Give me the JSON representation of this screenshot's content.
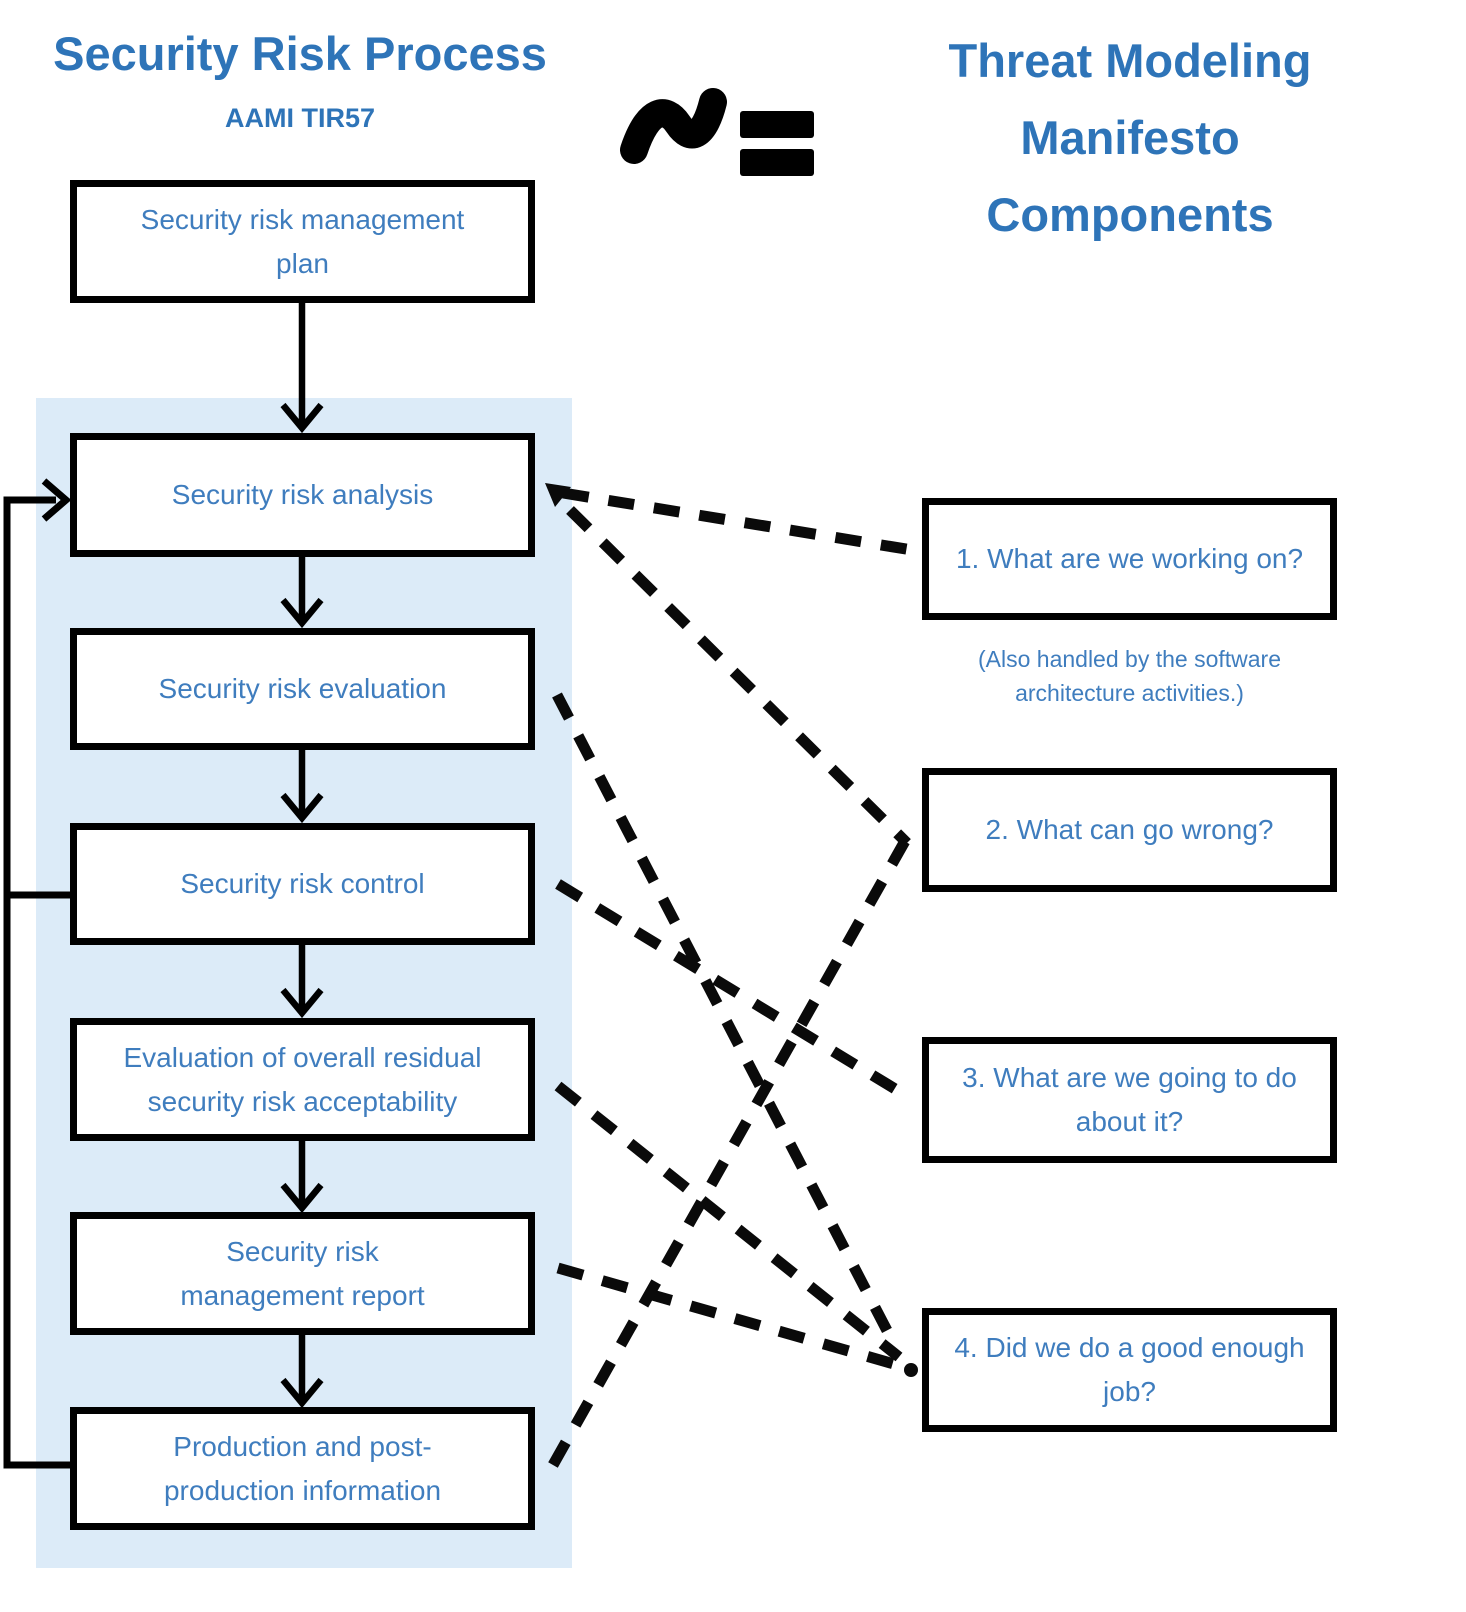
{
  "colors": {
    "title_blue": "#2e74b8",
    "text_blue": "#3f7dbe",
    "panel_blue": "#dcebf8",
    "line_black": "#000000"
  },
  "left_column": {
    "title": "Security Risk Process",
    "subtitle": "AAMI TIR57",
    "boxes": [
      {
        "label": "Security risk management\nplan"
      },
      {
        "label": "Security risk analysis"
      },
      {
        "label": "Security risk evaluation"
      },
      {
        "label": "Security risk control"
      },
      {
        "label": "Evaluation of overall residual\nsecurity risk acceptability"
      },
      {
        "label": "Security risk\nmanagement report"
      },
      {
        "label": "Production and post-\nproduction information"
      }
    ]
  },
  "relation_symbol": "approximately-equals",
  "right_column": {
    "title": "Threat Modeling\nManifesto\nComponents",
    "boxes": [
      {
        "label": "1. What are we working on?"
      },
      {
        "label": "2. What can go wrong?"
      },
      {
        "label": "3. What are we going to do\nabout it?"
      },
      {
        "label": "4. Did we do a good enough\njob?"
      }
    ],
    "note": "(Also handled by the software\narchitecture activities.)"
  },
  "flow_sequence": [
    "Security risk management plan",
    "Security risk analysis",
    "Security risk evaluation",
    "Security risk control",
    "Evaluation of overall residual security risk acceptability",
    "Security risk management report",
    "Production and post-production information"
  ],
  "feedback_loops": [
    {
      "from": "Security risk control",
      "to": "Security risk analysis"
    },
    {
      "from": "Production and post-production information",
      "to": "Security risk analysis"
    }
  ],
  "mappings": [
    {
      "from": "Security risk analysis",
      "to": "1. What are we working on?"
    },
    {
      "from": "Security risk analysis",
      "to": "2. What can go wrong?"
    },
    {
      "from": "Security risk evaluation",
      "to": "4. Did we do a good enough job?"
    },
    {
      "from": "Security risk control",
      "to": "3. What are we going to do about it?"
    },
    {
      "from": "Evaluation of overall residual security risk acceptability",
      "to": "4. Did we do a good enough job?"
    },
    {
      "from": "Security risk management report",
      "to": "4. Did we do a good enough job?"
    },
    {
      "from": "Production and post-production information",
      "to": "2. What can go wrong?"
    }
  ]
}
